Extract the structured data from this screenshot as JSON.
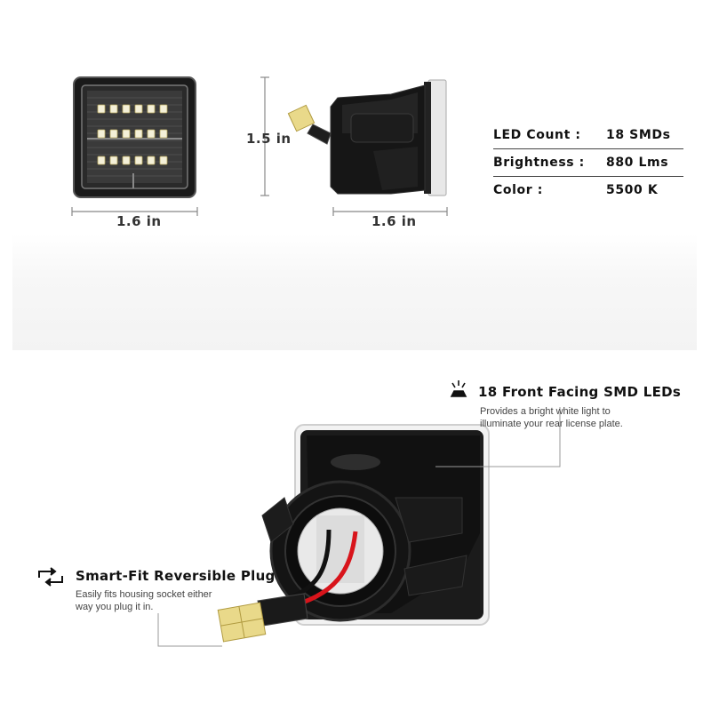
{
  "dimensions": {
    "front_width": "1.6 in",
    "side_height": "1.5 in",
    "side_width": "1.6 in"
  },
  "specs": [
    {
      "key": "LED Count :",
      "value": "18 SMDs"
    },
    {
      "key": "Brightness :",
      "value": "880 Lms"
    },
    {
      "key": "Color :",
      "value": "5500 K"
    }
  ],
  "callouts": {
    "leds": {
      "icon": "light-beam-icon",
      "title": "18 Front Facing SMD LEDs",
      "line1": "Provides a bright white light to",
      "line2": "illuminate your rear license plate."
    },
    "plug": {
      "icon": "reversible-arrows-icon",
      "title": "Smart-Fit Reversible Plug",
      "line1": "Easily fits housing socket either",
      "line2": "way you plug it in."
    }
  },
  "colors": {
    "housing": "#141414",
    "wire_red": "#d8141b",
    "led_pcb": "#e8d27a",
    "dim_line": "#888888"
  }
}
